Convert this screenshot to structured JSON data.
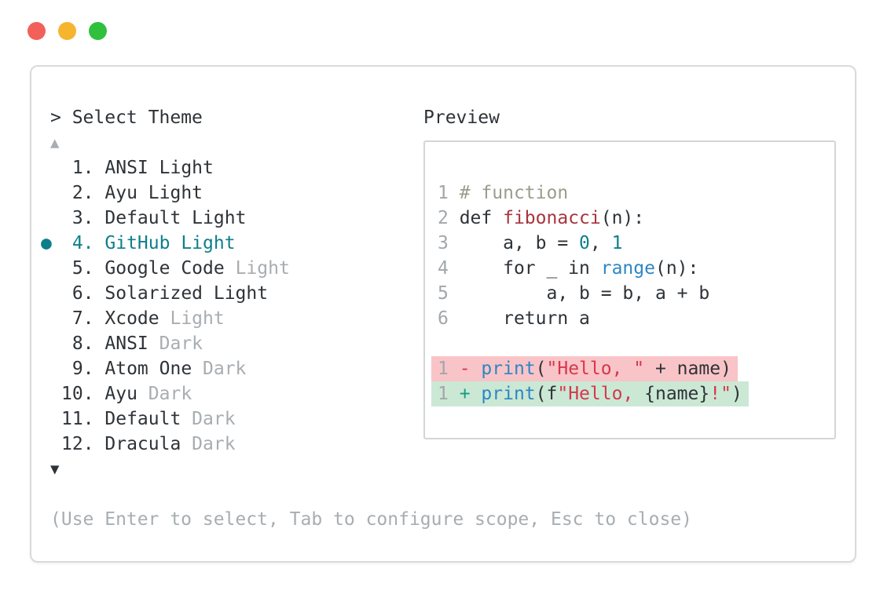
{
  "window": {
    "traffic_lights": [
      {
        "name": "close",
        "color": "#f2605a"
      },
      {
        "name": "minimize",
        "color": "#f5b52e"
      },
      {
        "name": "zoom",
        "color": "#2fc13e"
      }
    ]
  },
  "theme_selector": {
    "prompt": "> Select Theme",
    "scroll_up_indicator": "▲",
    "scroll_down_indicator": "▼",
    "selected_bullet": "●",
    "items": [
      {
        "num": "1",
        "name": "ANSI",
        "variant": "Light",
        "variant_muted": false,
        "selected": false
      },
      {
        "num": "2",
        "name": "Ayu",
        "variant": "Light",
        "variant_muted": false,
        "selected": false
      },
      {
        "num": "3",
        "name": "Default",
        "variant": "Light",
        "variant_muted": false,
        "selected": false
      },
      {
        "num": "4",
        "name": "GitHub",
        "variant": "Light",
        "variant_muted": false,
        "selected": true
      },
      {
        "num": "5",
        "name": "Google Code",
        "variant": "Light",
        "variant_muted": true,
        "selected": false
      },
      {
        "num": "6",
        "name": "Solarized",
        "variant": "Light",
        "variant_muted": false,
        "selected": false
      },
      {
        "num": "7",
        "name": "Xcode",
        "variant": "Light",
        "variant_muted": true,
        "selected": false
      },
      {
        "num": "8",
        "name": "ANSI",
        "variant": "Dark",
        "variant_muted": true,
        "selected": false
      },
      {
        "num": "9",
        "name": "Atom One",
        "variant": "Dark",
        "variant_muted": true,
        "selected": false
      },
      {
        "num": "10",
        "name": "Ayu",
        "variant": "Dark",
        "variant_muted": true,
        "selected": false
      },
      {
        "num": "11",
        "name": "Default",
        "variant": "Dark",
        "variant_muted": true,
        "selected": false
      },
      {
        "num": "12",
        "name": "Dracula",
        "variant": "Dark",
        "variant_muted": true,
        "selected": false
      }
    ],
    "footer_hint": "(Use Enter to select, Tab to configure scope, Esc to close)"
  },
  "preview": {
    "label": "Preview",
    "code_lines": [
      {
        "num": "1",
        "tokens": [
          {
            "t": "# function",
            "c": "comment"
          }
        ]
      },
      {
        "num": "2",
        "tokens": [
          {
            "t": "def ",
            "c": "fg"
          },
          {
            "t": "fibonacci",
            "c": "function"
          },
          {
            "t": "(n):",
            "c": "fg"
          }
        ]
      },
      {
        "num": "3",
        "tokens": [
          {
            "t": "    a, b = ",
            "c": "fg"
          },
          {
            "t": "0",
            "c": "number"
          },
          {
            "t": ", ",
            "c": "fg"
          },
          {
            "t": "1",
            "c": "number"
          }
        ]
      },
      {
        "num": "4",
        "tokens": [
          {
            "t": "    for _ in ",
            "c": "fg"
          },
          {
            "t": "range",
            "c": "builtin"
          },
          {
            "t": "(n):",
            "c": "fg"
          }
        ]
      },
      {
        "num": "5",
        "tokens": [
          {
            "t": "        a, b = b, a + b",
            "c": "fg"
          }
        ]
      },
      {
        "num": "6",
        "tokens": [
          {
            "t": "    return a",
            "c": "fg"
          }
        ]
      }
    ],
    "diff_lines": [
      {
        "num": "1",
        "kind": "removed",
        "tokens": [
          {
            "t": "- ",
            "c": "removed"
          },
          {
            "t": "print",
            "c": "builtin"
          },
          {
            "t": "(",
            "c": "fg"
          },
          {
            "t": "\"Hello, \"",
            "c": "string"
          },
          {
            "t": " + name)",
            "c": "fg"
          }
        ]
      },
      {
        "num": "1",
        "kind": "added",
        "tokens": [
          {
            "t": "+ ",
            "c": "added"
          },
          {
            "t": "print",
            "c": "builtin"
          },
          {
            "t": "(f",
            "c": "fg"
          },
          {
            "t": "\"Hello, ",
            "c": "string"
          },
          {
            "t": "{name}",
            "c": "fg"
          },
          {
            "t": "!\"",
            "c": "string"
          },
          {
            "t": ")",
            "c": "fg"
          }
        ]
      }
    ]
  },
  "colors": {
    "fg": "#2e3338",
    "muted": "#a8adb1",
    "line_number": "#a2a7ab",
    "accent_teal": "#0e7f8a",
    "comment": "#989e8b",
    "function": "#a8343c",
    "builtin": "#2e86c5",
    "string": "#d5374d",
    "number": "#0e7f8a",
    "removed": "#d5374d",
    "added": "#199a86",
    "removed_bg": "#f9c4c7",
    "added_bg": "#cbe8d5",
    "window_border": "#d9dadb",
    "preview_border": "#d4d5d6"
  }
}
